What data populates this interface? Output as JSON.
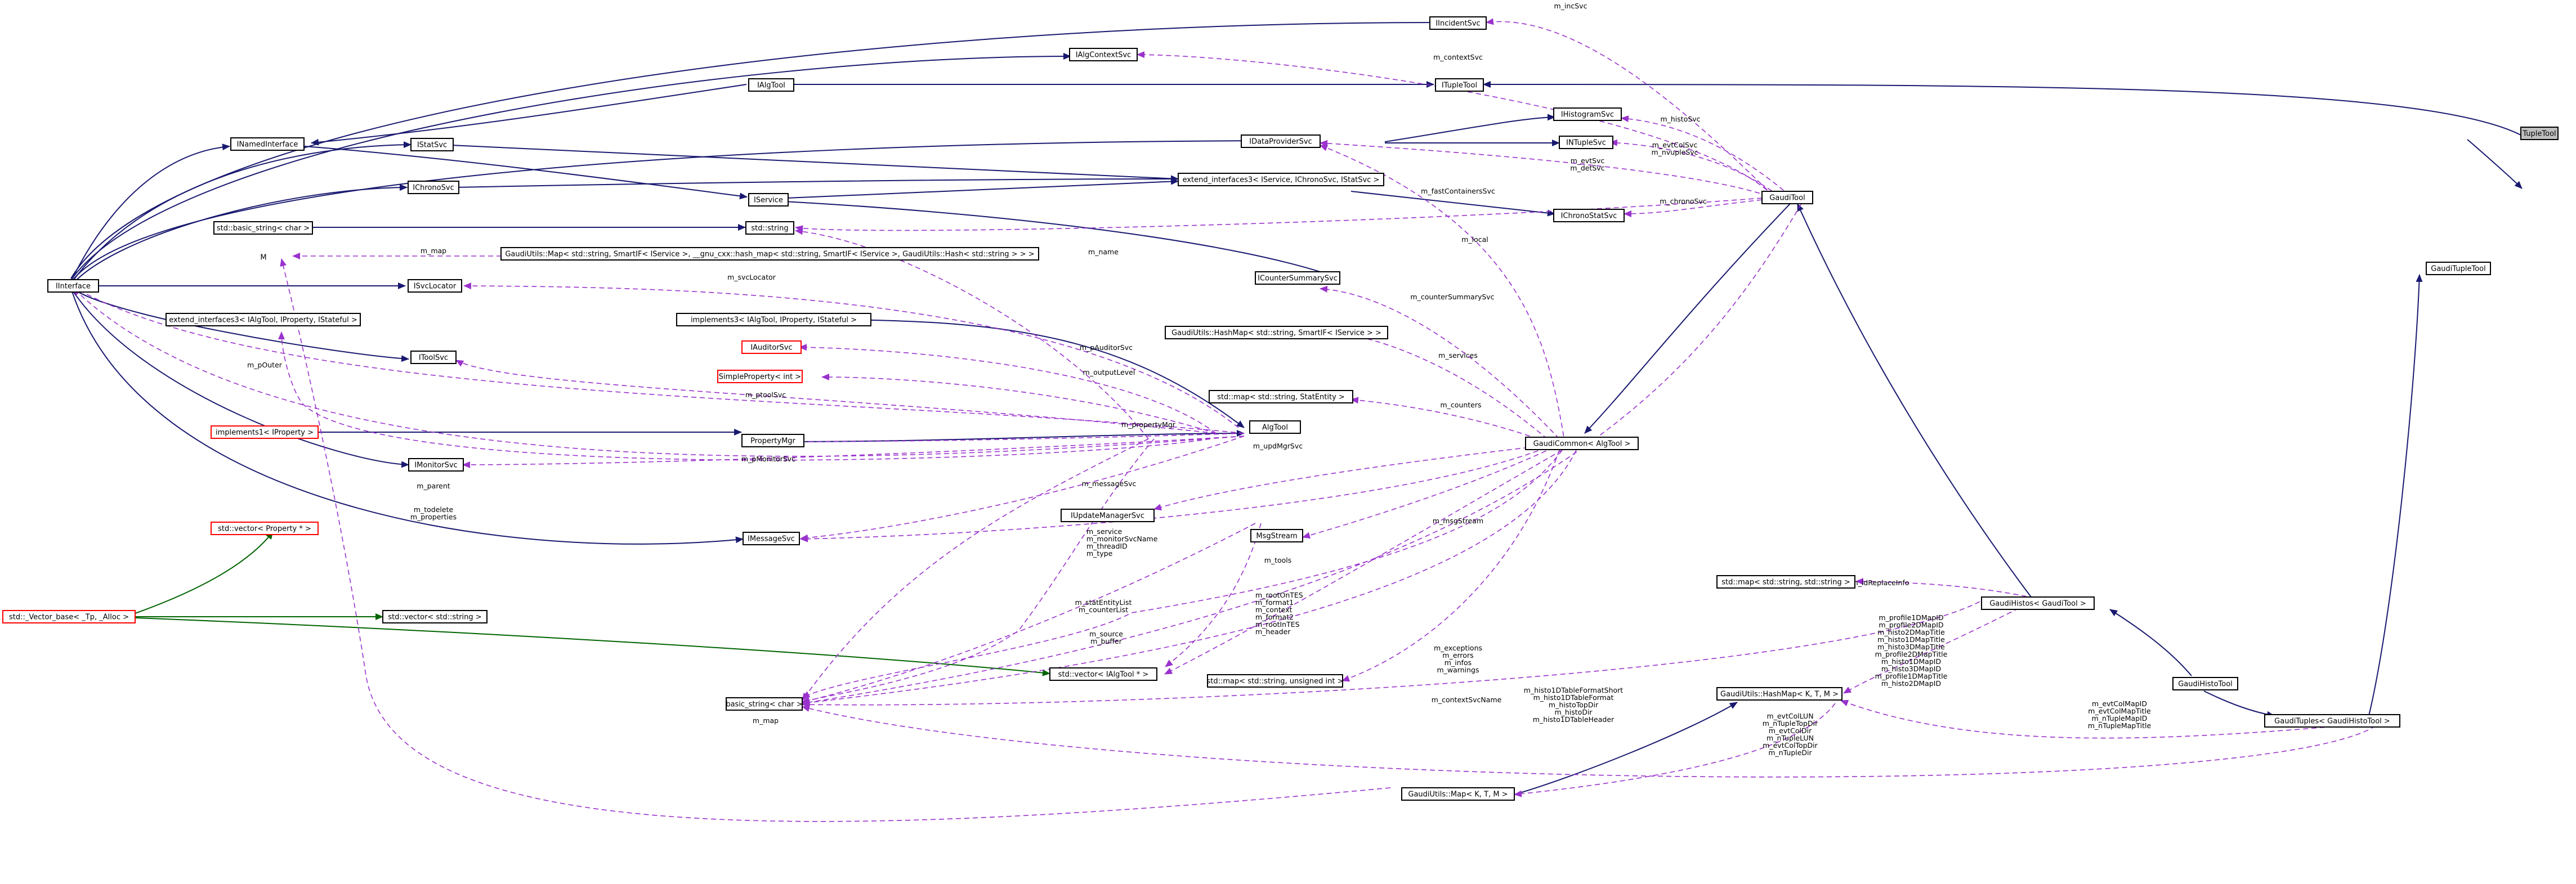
{
  "diagram": {
    "colors": {
      "inheritance": "#191970",
      "template": "#006400",
      "usage": "#9a32cd",
      "undocumented_border": "#ff0000",
      "highlight_fill": "#bfbfbf"
    },
    "nodes": [
      {
        "id": "TupleTool",
        "label": "TupleTool"
      },
      {
        "id": "GaudiTupleTool",
        "label": "GaudiTupleTool"
      },
      {
        "id": "GaudiTool",
        "label": "GaudiTool"
      },
      {
        "id": "GaudiCommon",
        "label": "GaudiCommon< AlgTool >"
      },
      {
        "id": "AlgTool",
        "label": "AlgTool"
      },
      {
        "id": "GaudiTuples",
        "label": "GaudiTuples< GaudiHistoTool >"
      },
      {
        "id": "GaudiHistoTool",
        "label": "GaudiHistoTool"
      },
      {
        "id": "GaudiHistos",
        "label": "GaudiHistos< GaudiTool >"
      },
      {
        "id": "IIncidentSvc",
        "label": "IIncidentSvc"
      },
      {
        "id": "IAlgContextSvc",
        "label": "IAlgContextSvc"
      },
      {
        "id": "ITupleTool",
        "label": "ITupleTool"
      },
      {
        "id": "IAlgTool",
        "label": "IAlgTool"
      },
      {
        "id": "IHistogramSvc",
        "label": "IHistogramSvc"
      },
      {
        "id": "IDataProviderSvc",
        "label": "IDataProviderSvc"
      },
      {
        "id": "INTupleSvc",
        "label": "INTupleSvc"
      },
      {
        "id": "INamedInterface",
        "label": "INamedInterface"
      },
      {
        "id": "IStatSvc",
        "label": "IStatSvc"
      },
      {
        "id": "IChronoSvc",
        "label": "IChronoSvc"
      },
      {
        "id": "IService",
        "label": "IService"
      },
      {
        "id": "extend_interfaces3_svc",
        "label": "extend_interfaces3< IService, IChronoSvc, IStatSvc >"
      },
      {
        "id": "IChronoStatSvc",
        "label": "IChronoStatSvc"
      },
      {
        "id": "basic_string_char_std",
        "label": "std::basic_string< char >"
      },
      {
        "id": "std_string",
        "label": "std::string"
      },
      {
        "id": "M",
        "label": "M"
      },
      {
        "id": "GaudiUtils_Map_service",
        "label": "GaudiUtils::Map< std::string, SmartIF< IService >, __gnu_cxx::hash_map< std::string, SmartIF< IService >, GaudiUtils::Hash< std::string > > >"
      },
      {
        "id": "IInterface",
        "label": "IInterface"
      },
      {
        "id": "ISvcLocator",
        "label": "ISvcLocator"
      },
      {
        "id": "ICounterSummarySvc",
        "label": "ICounterSummarySvc"
      },
      {
        "id": "extend_interfaces3_tool",
        "label": "extend_interfaces3< IAlgTool, IProperty, IStateful >"
      },
      {
        "id": "implements3",
        "label": "implements3< IAlgTool, IProperty, IStateful >"
      },
      {
        "id": "HashMap_service",
        "label": "GaudiUtils::HashMap< std::string, SmartIF< IService > >"
      },
      {
        "id": "IAuditorSvc",
        "label": "IAuditorSvc"
      },
      {
        "id": "IToolSvc",
        "label": "IToolSvc"
      },
      {
        "id": "SimpleProperty_int",
        "label": "SimpleProperty< int >"
      },
      {
        "id": "map_StatEntity",
        "label": "std::map< std::string, StatEntity >"
      },
      {
        "id": "implements1",
        "label": "implements1< IProperty >"
      },
      {
        "id": "PropertyMgr",
        "label": "PropertyMgr"
      },
      {
        "id": "IMonitorSvc",
        "label": "IMonitorSvc"
      },
      {
        "id": "vector_Property",
        "label": "std::vector< Property * >"
      },
      {
        "id": "IUpdateManagerSvc",
        "label": "IUpdateManagerSvc"
      },
      {
        "id": "IMessageSvc",
        "label": "IMessageSvc"
      },
      {
        "id": "MsgStream",
        "label": "MsgStream"
      },
      {
        "id": "Vector_base",
        "label": "std::_Vector_base< _Tp, _Alloc >"
      },
      {
        "id": "vector_string",
        "label": "std::vector< std::string >"
      },
      {
        "id": "map_string_string",
        "label": "std::map< std::string, std::string >"
      },
      {
        "id": "vector_IAlgTool",
        "label": "std::vector< IAlgTool * >"
      },
      {
        "id": "map_string_unsigned",
        "label": "std::map< std::string, unsigned int >"
      },
      {
        "id": "basic_string_char",
        "label": "basic_string< char >"
      },
      {
        "id": "HashMap_KTM",
        "label": "GaudiUtils::HashMap< K, T, M >"
      },
      {
        "id": "Map_KTM",
        "label": "GaudiUtils::Map< K, T, M >"
      }
    ],
    "edges": [
      {
        "id": "e_gtt_tt",
        "label": ""
      },
      {
        "id": "e_itt_tt",
        "label": ""
      },
      {
        "id": "e_gtup_gtt",
        "label": ""
      },
      {
        "id": "e_ghisto_gtup",
        "label": ""
      },
      {
        "id": "e_ghistos_ghisto",
        "label": ""
      },
      {
        "id": "e_gt_ghistos",
        "label": ""
      },
      {
        "id": "e_gc_gt",
        "label": ""
      },
      {
        "id": "e_algtool_gc",
        "label": ""
      },
      {
        "id": "e_impl3_algtool",
        "label": ""
      },
      {
        "id": "e_ext3t_impl3",
        "label": ""
      },
      {
        "id": "e_pmgr_algtool",
        "label": ""
      },
      {
        "id": "e_impl1_pmgr",
        "label": ""
      },
      {
        "id": "e_ii_iinc",
        "label": ""
      },
      {
        "id": "e_ii_ictx",
        "label": ""
      },
      {
        "id": "e_ialg_itt",
        "label": ""
      },
      {
        "id": "e_inamed_ialg",
        "label": ""
      },
      {
        "id": "e_ii_inamed",
        "label": ""
      },
      {
        "id": "e_idp_ihist",
        "label": ""
      },
      {
        "id": "e_idp_intup",
        "label": ""
      },
      {
        "id": "e_ii_idp",
        "label": ""
      },
      {
        "id": "e_ii_istat",
        "label": ""
      },
      {
        "id": "e_istat_ext3",
        "label": ""
      },
      {
        "id": "e_ichrono_ext3",
        "label": ""
      },
      {
        "id": "e_iservice_ext3",
        "label": ""
      },
      {
        "id": "e_ii_ichrono",
        "label": ""
      },
      {
        "id": "e_inamed_iservice",
        "label": ""
      },
      {
        "id": "e_ext3_ics",
        "label": ""
      },
      {
        "id": "e_bs_str",
        "label": ""
      },
      {
        "id": "e_ii_isvc",
        "label": ""
      },
      {
        "id": "e_iservice_icount",
        "label": ""
      },
      {
        "id": "e_ii_itool",
        "label": ""
      },
      {
        "id": "e_ii_imon",
        "label": ""
      },
      {
        "id": "e_ii_imsg",
        "label": ""
      },
      {
        "id": "e_vb_vs",
        "label": ""
      },
      {
        "id": "e_vb_vp",
        "label": ""
      },
      {
        "id": "e_vb_va",
        "label": ""
      },
      {
        "id": "e_hkm_mkm",
        "label": ""
      },
      {
        "id": "u_incSvc",
        "label": "m_incSvc"
      },
      {
        "id": "u_contextSvc",
        "label": "m_contextSvc"
      },
      {
        "id": "u_histoSvc",
        "label": "m_histoSvc"
      },
      {
        "id": "u_evtColSvc",
        "label": "m_evtColSvc\nm_nvupleSvc"
      },
      {
        "id": "u_evtSvc",
        "label": "m_evtSvc\nm_detSvc"
      },
      {
        "id": "u_fastContainers",
        "label": "m_fastContainersSvc"
      },
      {
        "id": "u_chronoSvc",
        "label": "m_chronoSvc"
      },
      {
        "id": "u_local",
        "label": "m_local"
      },
      {
        "id": "u_map",
        "label": "m_map"
      },
      {
        "id": "u_name",
        "label": "m_name"
      },
      {
        "id": "u_svcLocator",
        "label": "m_svcLocator"
      },
      {
        "id": "u_counterSummary",
        "label": "m_counterSummarySvc"
      },
      {
        "id": "u_services",
        "label": "m_services"
      },
      {
        "id": "u_pAuditorSvc",
        "label": "m_pAuditorSvc"
      },
      {
        "id": "u_outputLevel",
        "label": "m_outputLevel"
      },
      {
        "id": "u_ptoolSvc",
        "label": "m_ptoolSvc"
      },
      {
        "id": "u_counters",
        "label": "m_counters"
      },
      {
        "id": "u_propertyMgr",
        "label": "m_propertyMgr"
      },
      {
        "id": "u_updMgrSvc",
        "label": "m_updMgrSvc"
      },
      {
        "id": "u_pOuter",
        "label": "m_pOuter"
      },
      {
        "id": "u_pMonitorSvc",
        "label": "m_pMonitorSvc"
      },
      {
        "id": "u_parent",
        "label": "m_parent"
      },
      {
        "id": "u_todelete",
        "label": "m_todelete\nm_properties"
      },
      {
        "id": "u_messageSvc",
        "label": "m_messageSvc"
      },
      {
        "id": "u_msgStream",
        "label": "m_msgStream"
      },
      {
        "id": "u_service",
        "label": "m_service\nm_monitorSvcName\nm_threadID\nm_type"
      },
      {
        "id": "u_tools",
        "label": "m_tools"
      },
      {
        "id": "u_statEntity",
        "label": "m_statEntityList\nm_counterList"
      },
      {
        "id": "u_rootOnTES",
        "label": "m_rootOnTES\nm_format1\nm_context\nm_format2\nm_rootInTES\nm_header"
      },
      {
        "id": "u_source",
        "label": "m_source\nm_buffer"
      },
      {
        "id": "u_exceptions",
        "label": "m_exceptions\nm_errors\nm_infos\nm_warnings"
      },
      {
        "id": "u_contextSvcName",
        "label": "m_contextSvcName"
      },
      {
        "id": "u_idReplace",
        "label": "m_idReplaceInfo"
      },
      {
        "id": "u_histo1DTable",
        "label": "m_histo1DTableFormatShort\nm_histo1DTableFormat\nm_histoTopDir\nm_histoDir\nm_histo1DTableHeader"
      },
      {
        "id": "u_profile",
        "label": "m_profile1DMapID\nm_profile2DMapID\nm_histo2DMapTitle\nm_histo1DMapTitle\nm_histo3DMapTitle\nm_profile2DMapTitle\nm_histo1DMapID\nm_histo3DMapID\nm_profile1DMapTitle\nm_histo2DMapID"
      },
      {
        "id": "u_evtColLUN",
        "label": "m_evtColLUN\nm_nTupleTopDir\nm_evtColDir\nm_nTupleLUN\nm_evtColTopDir\nm_nTupleDir"
      },
      {
        "id": "u_evtColMapID",
        "label": "m_evtColMapID\nm_evtColMapTitle\nm_nTupleMapID\nm_nTupleMapTitle"
      },
      {
        "id": "u_mmap",
        "label": "m_map"
      }
    ]
  }
}
